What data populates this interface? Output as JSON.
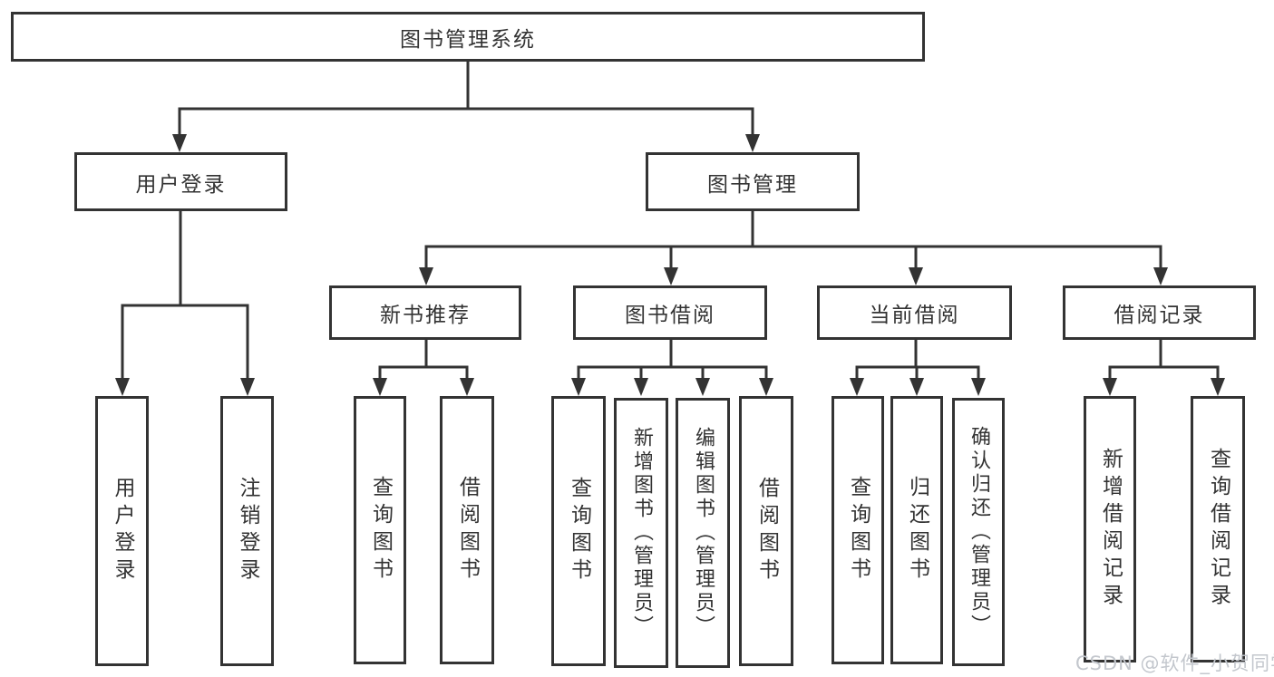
{
  "tree": {
    "root": {
      "label": "图书管理系统",
      "children": [
        {
          "label": "用户登录",
          "children": [
            {
              "label": "用户登录"
            },
            {
              "label": "注销登录"
            }
          ]
        },
        {
          "label": "图书管理",
          "children": [
            {
              "label": "新书推荐",
              "children": [
                {
                  "label": "查询图书"
                },
                {
                  "label": "借阅图书"
                }
              ]
            },
            {
              "label": "图书借阅",
              "children": [
                {
                  "label": "查询图书"
                },
                {
                  "label": "新增图书（管理员）"
                },
                {
                  "label": "编辑图书（管理员）"
                },
                {
                  "label": "借阅图书"
                }
              ]
            },
            {
              "label": "当前借阅",
              "children": [
                {
                  "label": "查询图书"
                },
                {
                  "label": "归还图书"
                },
                {
                  "label": "确认归还（管理员）"
                }
              ]
            },
            {
              "label": "借阅记录",
              "children": [
                {
                  "label": "新增借阅记录"
                },
                {
                  "label": "查询借阅记录"
                }
              ]
            }
          ]
        }
      ]
    }
  },
  "watermark": {
    "text": "CSDN @软件_小贺同学"
  },
  "colors": {
    "line": "#333333",
    "text": "#333333",
    "background": "#ffffff",
    "watermark": "#c3c7cd"
  }
}
